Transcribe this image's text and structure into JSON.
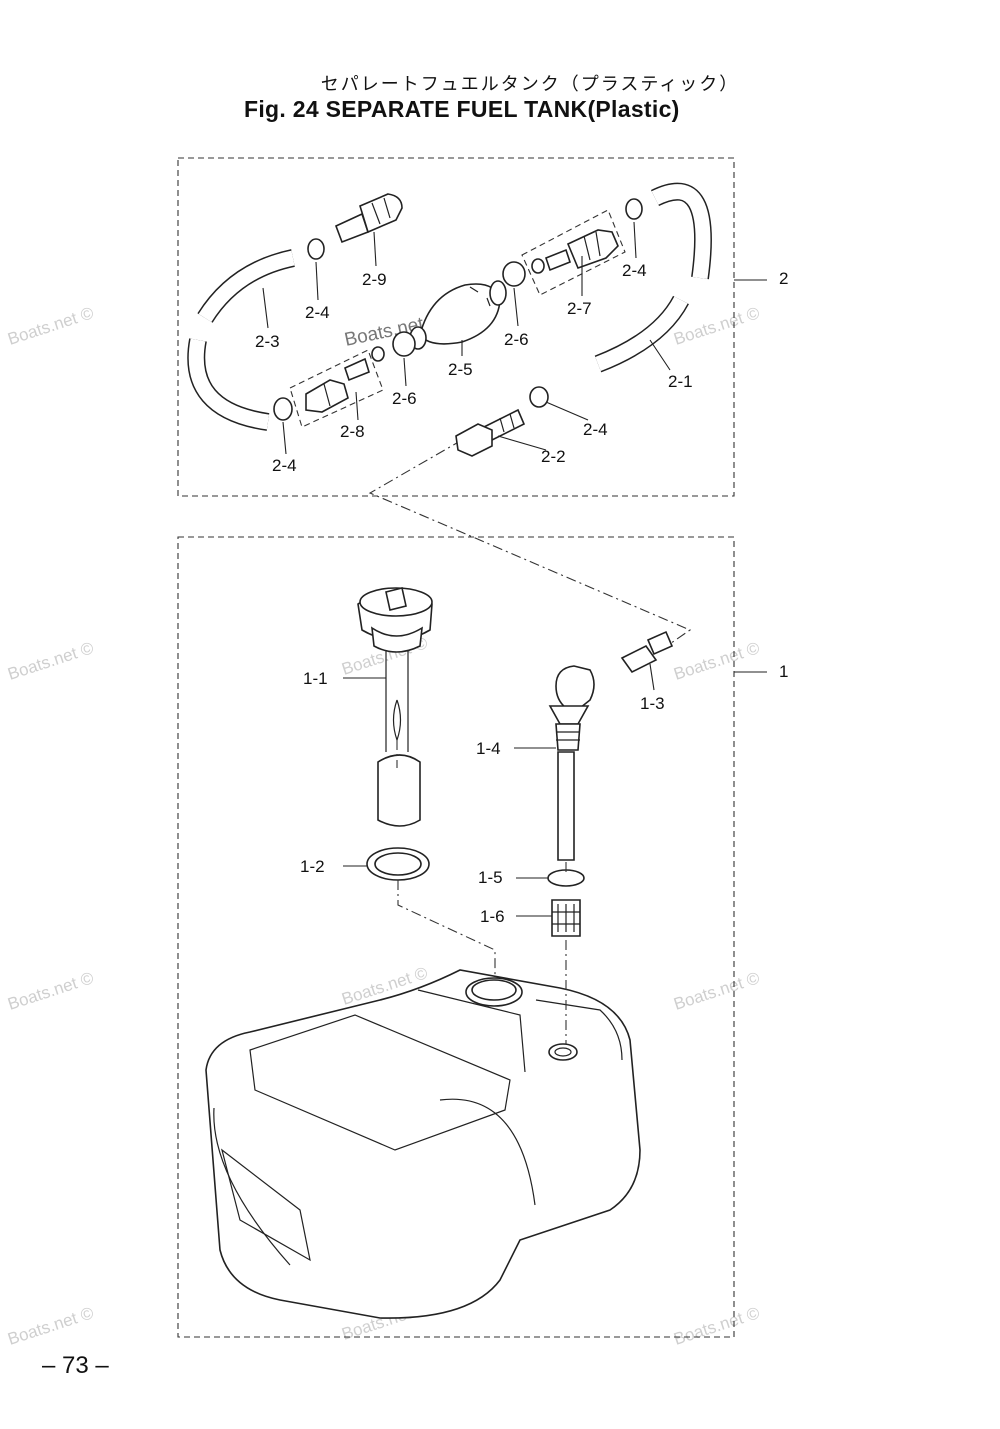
{
  "title_jp": "セパレートフュエルタンク（プラスティック）",
  "title_en": "Fig. 24   SEPARATE FUEL TANK(Plastic)",
  "page_number": "– 73 –",
  "watermark": "Boats.net ©",
  "callouts": {
    "a2": "2",
    "a2_1": "2-1",
    "a2_2": "2-2",
    "a2_3": "2-3",
    "a2_4a": "2-4",
    "a2_4b": "2-4",
    "a2_4c": "2-4",
    "a2_4d": "2-4",
    "a2_5": "2-5",
    "a2_6a": "2-6",
    "a2_6b": "2-6",
    "a2_7": "2-7",
    "a2_8": "2-8",
    "a2_9": "2-9",
    "a1": "1",
    "a1_1": "1-1",
    "a1_2": "1-2",
    "a1_3": "1-3",
    "a1_4": "1-4",
    "a1_5": "1-5",
    "a1_6": "1-6"
  }
}
